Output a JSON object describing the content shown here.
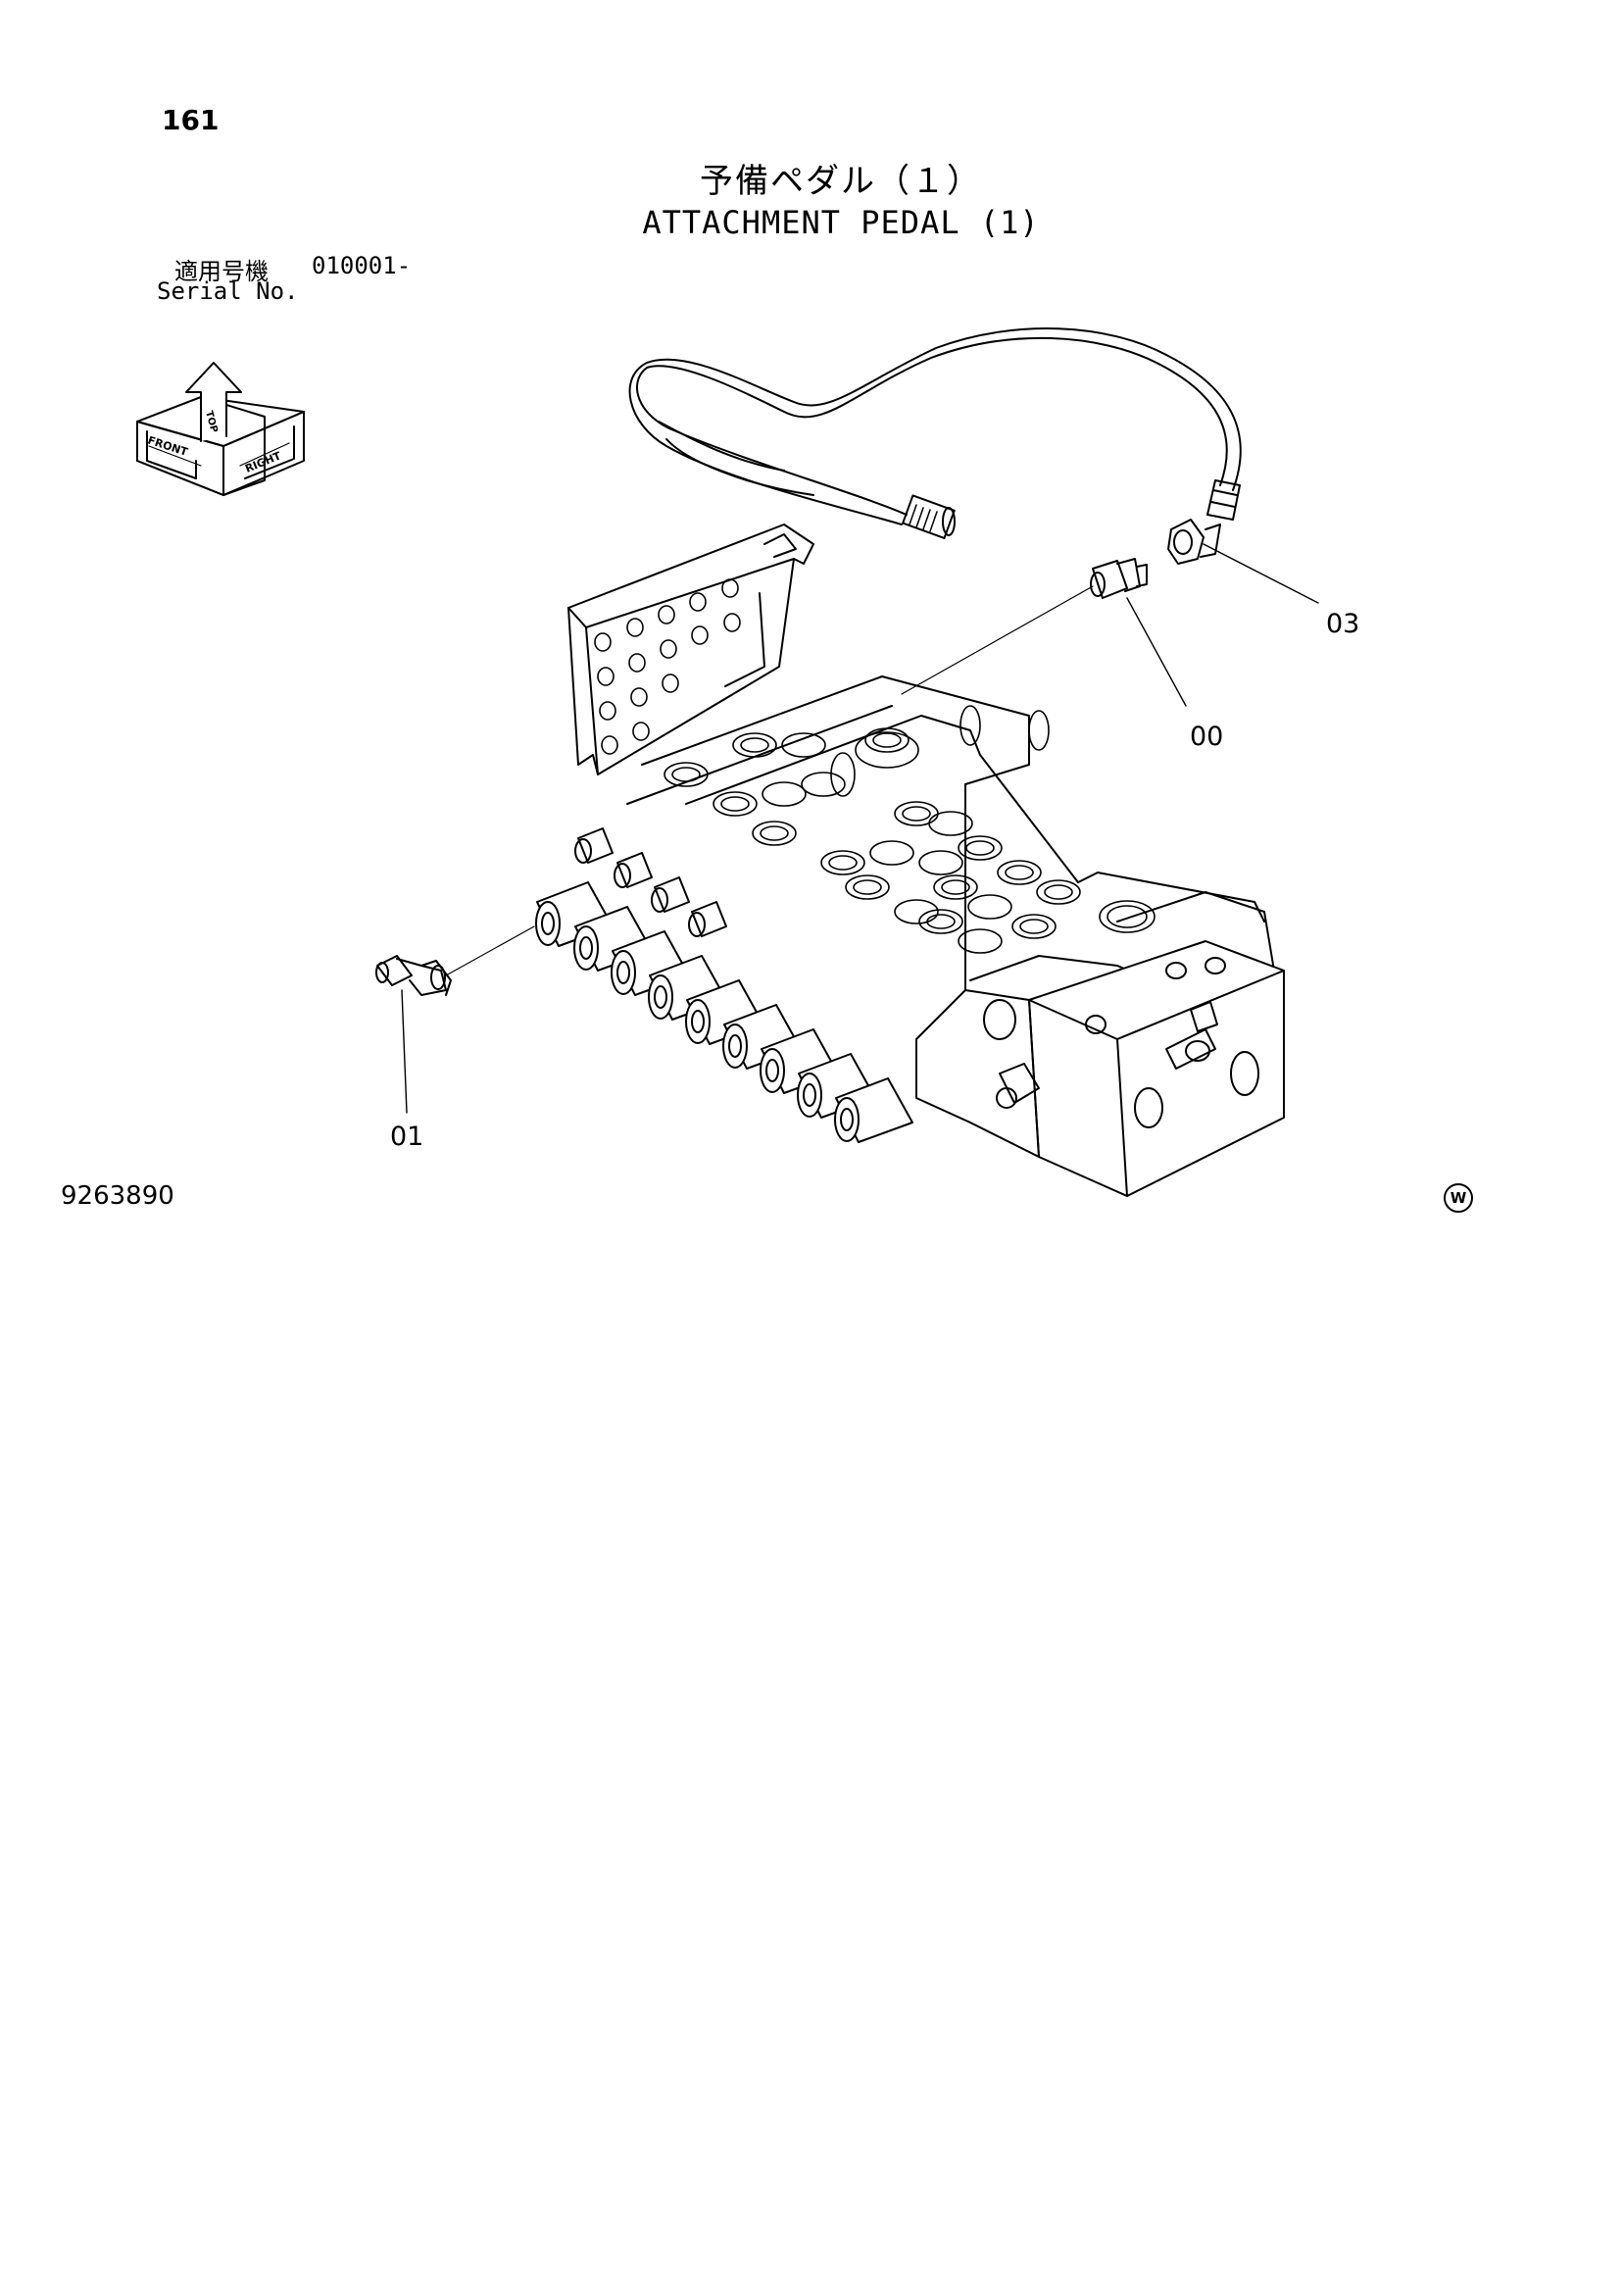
{
  "header": {
    "page_number": "161",
    "title_ja": "予備ペダル（１）",
    "title_en": "ATTACHMENT PEDAL (1)",
    "serial_label_ja": "適用号機",
    "serial_value": "010001-",
    "serial_label_en": "Serial No."
  },
  "orientation_icon": {
    "icon": "orientation-cube-icon",
    "labels": [
      "TOP",
      "FRONT",
      "RIGHT"
    ]
  },
  "callouts": [
    {
      "id": "03",
      "part": "hose-nut"
    },
    {
      "id": "00",
      "part": "adapter-fitting"
    },
    {
      "id": "01",
      "part": "elbow-fitting"
    }
  ],
  "footer": {
    "drawing_number": "9263890",
    "mark": "W"
  }
}
